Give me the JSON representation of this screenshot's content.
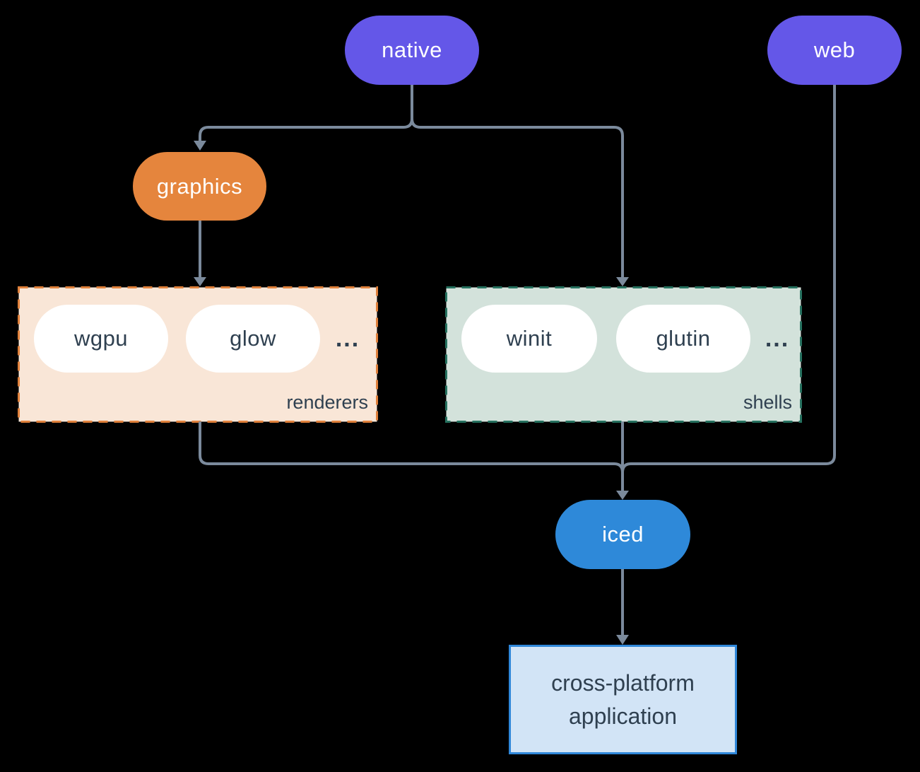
{
  "canvas": {
    "background": "#000000"
  },
  "colors": {
    "node_purple": "#6457e8",
    "node_orange": "#e5853d",
    "node_blue": "#2e89d9",
    "pill_white": "#ffffff",
    "renderers_bg": "#f9e6d7",
    "renderers_border": "#e0813c",
    "shells_bg": "#d3e2db",
    "shells_border": "#26715f",
    "app_bg": "#d2e4f6",
    "app_border": "#2f87d9",
    "connector": "#7b8a9c",
    "dark_text": "#2f4050"
  },
  "nodes": {
    "native": {
      "label": "native"
    },
    "web": {
      "label": "web"
    },
    "graphics": {
      "label": "graphics"
    },
    "iced": {
      "label": "iced"
    },
    "application": {
      "lines": [
        "cross-platform",
        "application"
      ]
    }
  },
  "groups": {
    "renderers": {
      "label": "renderers",
      "items": [
        "wgpu",
        "glow"
      ],
      "more": "..."
    },
    "shells": {
      "label": "shells",
      "items": [
        "winit",
        "glutin"
      ],
      "more": "..."
    }
  }
}
